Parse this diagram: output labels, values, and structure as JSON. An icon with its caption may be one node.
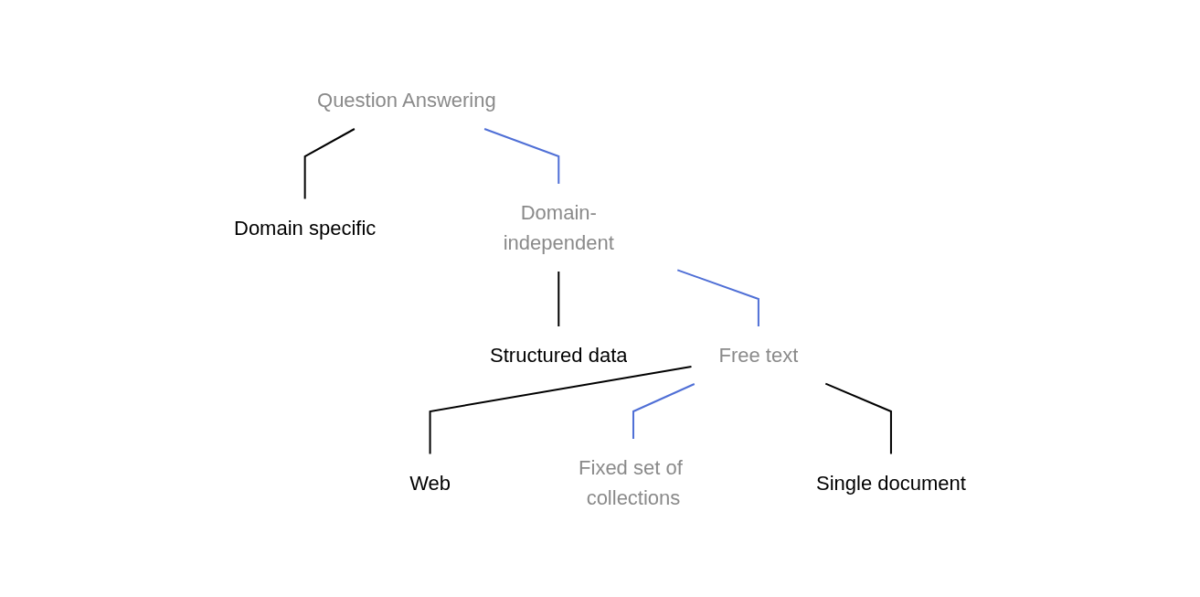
{
  "diagram": {
    "nodes": [
      {
        "text": [
          "Question Answering"
        ]
      },
      {
        "text": [
          "Domain specific"
        ]
      },
      {
        "text": [
          "Domain-independent"
        ]
      },
      {
        "text": [
          "Structured data"
        ]
      },
      {
        "text": [
          "Free text"
        ]
      },
      {
        "text": [
          "Web"
        ]
      },
      {
        "text": [
          "Fixed set of collections"
        ]
      },
      {
        "text": [
          "Single document"
        ]
      }
    ],
    "edges": [
      {
        "from": 0,
        "to": 1,
        "arrow": "none"
      },
      {
        "from": 0,
        "to": 2,
        "arrow": "none",
        "color": "#4f6fd6"
      },
      {
        "from": 2,
        "to": 3,
        "arrow": "none"
      },
      {
        "from": 2,
        "to": 4,
        "arrow": "none",
        "color": "#4f6fd6"
      },
      {
        "from": 4,
        "to": 5,
        "arrow": "none"
      },
      {
        "from": 4,
        "to": 6,
        "arrow": "none",
        "color": "#4f6fd6"
      },
      {
        "from": 4,
        "to": 7,
        "arrow": "none"
      }
    ]
  }
}
